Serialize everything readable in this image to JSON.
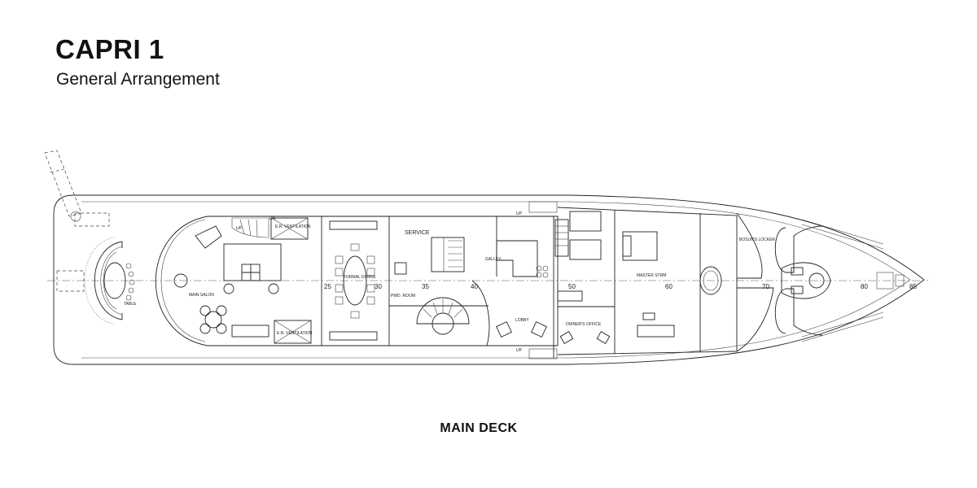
{
  "header": {
    "title": "CAPRI 1",
    "subtitle": "General Arrangement"
  },
  "caption": "MAIN DECK",
  "plan": {
    "rooms": {
      "main_salon": "MAIN SALON",
      "er_vent_top": "E.R. VENTILATION",
      "er_vent_bottom": "E.R. VENTILATION",
      "formal_dining": "FORMAL DINING",
      "service": "SERVICE",
      "galley": "GALLEY",
      "lobby": "LOBBY",
      "owners_office": "OWNER'S OFFICE",
      "master_stateroom": "MASTER STRM",
      "bosuns_locker": "BOSUN'S LOCKER",
      "pwd_room": "PWD. ROOM"
    },
    "stairs": {
      "up_top": "UP",
      "up_bottom": "UP",
      "up_salon": "UP",
      "dn": "DN"
    },
    "frames": [
      "25",
      "30",
      "35",
      "40",
      "50",
      "60",
      "70",
      "80",
      "85"
    ]
  }
}
